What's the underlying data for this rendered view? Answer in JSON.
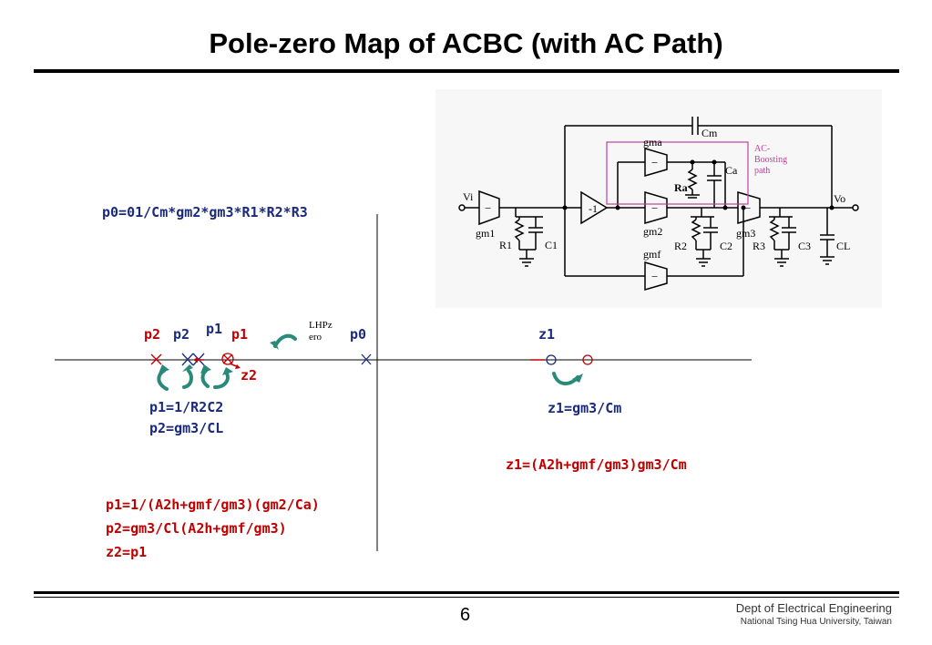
{
  "title": "Pole-zero Map of ACBC (with AC Path)",
  "footer": {
    "page_number": "6",
    "dept": "Dept of Electrical Engineering",
    "university": "National Tsing Hua University, Taiwan"
  },
  "equations": {
    "p0": "p0=01/Cm*gm2*gm3*R1*R2*R3",
    "p1_p2_line1": "p1=1/R2C2",
    "p1_p2_line2": "p2=gm3/CL",
    "z1_simple": "z1=gm3/Cm",
    "z1_ac": "z1=(A2h+gmf/gm3)gm3/Cm",
    "p1_ac": "p1=1/(A2h+gmf/gm3)(gm2/Ca)",
    "p2_ac": "p2=gm3/Cl(A2h+gmf/gm3)",
    "z2_ac": "z2=p1"
  },
  "plot_labels": {
    "p2_red": "p2",
    "p2_navy": "p2",
    "p1_navy": "p1",
    "p1_red": "p1",
    "z2_red": "z2",
    "lhp_zero_line1": "LHPz",
    "lhp_zero_line2": "ero",
    "p0": "p0",
    "z1": "z1"
  },
  "circuit": {
    "cm": "Cm",
    "gma": "gma",
    "ca": "Ca",
    "ra": "Ra",
    "ac_path_line1": "AC-",
    "ac_path_line2": "Boosting",
    "ac_path_line3": "path",
    "vi": "Vi",
    "vo": "Vo",
    "gm1": "gm1",
    "r1": "R1",
    "c1": "C1",
    "neg1": "-1",
    "gm2": "gm2",
    "r2": "R2",
    "c2": "C2",
    "gm3": "gm3",
    "r3": "R3",
    "c3": "C3",
    "cl": "CL",
    "gmf": "gmf",
    "minus": "−"
  },
  "colors": {
    "navy_text": "#1a2a7c",
    "red_text": "#c00000",
    "teal_arrow": "#2a8a7a",
    "ac_path_box": "#c040a0"
  }
}
